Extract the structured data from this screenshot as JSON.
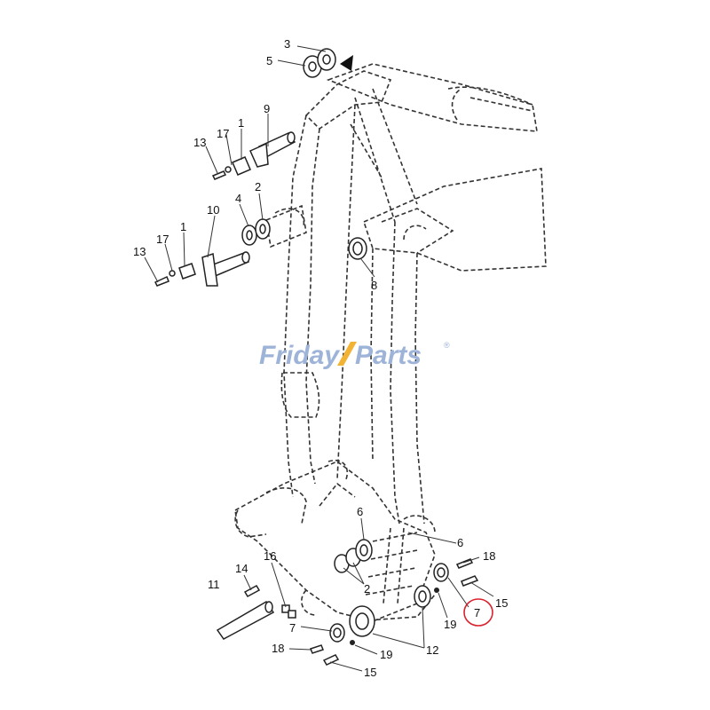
{
  "watermark": {
    "part1": "Friday",
    "part2": "Parts",
    "mark": "®"
  },
  "highlight": {
    "part": "7",
    "color": "#d9232f"
  },
  "callouts": [
    {
      "id": "c3a",
      "text": "3"
    },
    {
      "id": "c5a",
      "text": "5"
    },
    {
      "id": "c9",
      "text": "9"
    },
    {
      "id": "c1a",
      "text": "1"
    },
    {
      "id": "c17a",
      "text": "17"
    },
    {
      "id": "c13a",
      "text": "13"
    },
    {
      "id": "c4",
      "text": "4"
    },
    {
      "id": "c2a",
      "text": "2"
    },
    {
      "id": "c10",
      "text": "10"
    },
    {
      "id": "c1b",
      "text": "1"
    },
    {
      "id": "c17b",
      "text": "17"
    },
    {
      "id": "c13b",
      "text": "13"
    },
    {
      "id": "c8",
      "text": "8"
    },
    {
      "id": "c6a",
      "text": "6"
    },
    {
      "id": "c6b",
      "text": "6"
    },
    {
      "id": "c18a",
      "text": "18"
    },
    {
      "id": "c15a",
      "text": "15"
    },
    {
      "id": "c7a",
      "text": "7"
    },
    {
      "id": "c19a",
      "text": "19"
    },
    {
      "id": "c14",
      "text": "14"
    },
    {
      "id": "c16",
      "text": "16"
    },
    {
      "id": "c2b",
      "text": "2"
    },
    {
      "id": "c11",
      "text": "11"
    },
    {
      "id": "c7b",
      "text": "7"
    },
    {
      "id": "c12",
      "text": "12"
    },
    {
      "id": "c18b",
      "text": "18"
    },
    {
      "id": "c19b",
      "text": "19"
    },
    {
      "id": "c15b",
      "text": "15"
    }
  ]
}
